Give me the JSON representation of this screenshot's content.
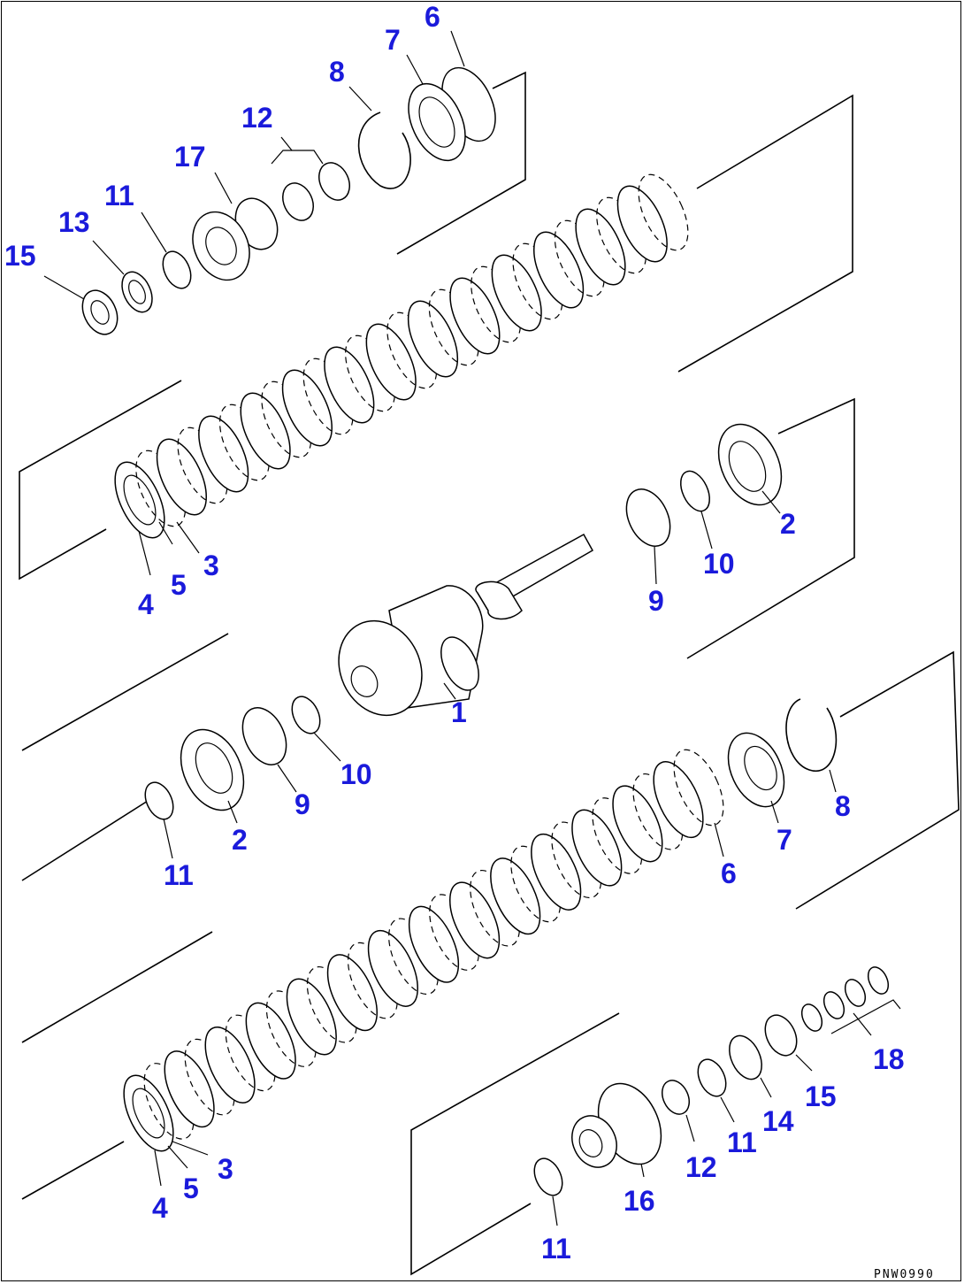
{
  "figure": {
    "reference_code": "PNW0990",
    "callouts": [
      {
        "id": "c6a",
        "label": "6"
      },
      {
        "id": "c7a",
        "label": "7"
      },
      {
        "id": "c8a",
        "label": "8"
      },
      {
        "id": "c12a",
        "label": "12"
      },
      {
        "id": "c17",
        "label": "17"
      },
      {
        "id": "c11a",
        "label": "11"
      },
      {
        "id": "c13",
        "label": "13"
      },
      {
        "id": "c15a",
        "label": "15"
      },
      {
        "id": "c2a",
        "label": "2"
      },
      {
        "id": "c10a",
        "label": "10"
      },
      {
        "id": "c9a",
        "label": "9"
      },
      {
        "id": "c3a",
        "label": "3"
      },
      {
        "id": "c5a",
        "label": "5"
      },
      {
        "id": "c4a",
        "label": "4"
      },
      {
        "id": "c1",
        "label": "1"
      },
      {
        "id": "c10b",
        "label": "10"
      },
      {
        "id": "c9b",
        "label": "9"
      },
      {
        "id": "c2b",
        "label": "2"
      },
      {
        "id": "c11b",
        "label": "11"
      },
      {
        "id": "c8b",
        "label": "8"
      },
      {
        "id": "c7b",
        "label": "7"
      },
      {
        "id": "c6b",
        "label": "6"
      },
      {
        "id": "c18",
        "label": "18"
      },
      {
        "id": "c15b",
        "label": "15"
      },
      {
        "id": "c14",
        "label": "14"
      },
      {
        "id": "c11c",
        "label": "11"
      },
      {
        "id": "c12b",
        "label": "12"
      },
      {
        "id": "c16",
        "label": "16"
      },
      {
        "id": "c3b",
        "label": "3"
      },
      {
        "id": "c5b",
        "label": "5"
      },
      {
        "id": "c4b",
        "label": "4"
      },
      {
        "id": "c11d",
        "label": "11"
      }
    ]
  },
  "colors": {
    "callout": "#1a1adb",
    "line": "#000000",
    "background": "#ffffff"
  }
}
